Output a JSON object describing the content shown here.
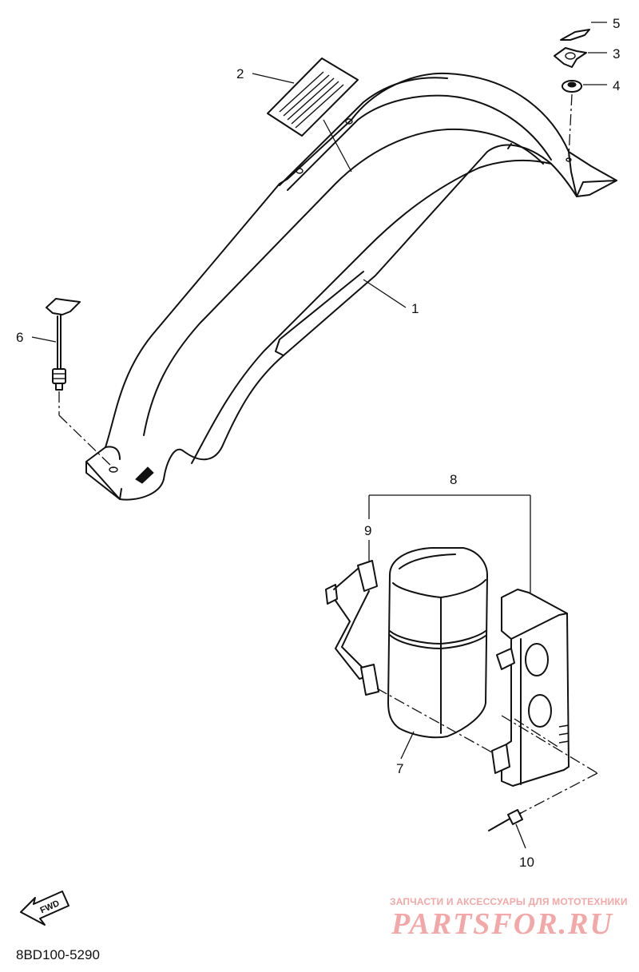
{
  "callouts": {
    "c1": "1",
    "c2": "2",
    "c3": "3",
    "c4": "4",
    "c5": "5",
    "c6": "6",
    "c7": "7",
    "c8": "8",
    "c9": "9",
    "c10": "10"
  },
  "fwd_label": "FWD",
  "doc_code": "8BD100-5290",
  "watermark": {
    "tagline": "ЗАПЧАСТИ И АКСЕССУАРЫ ДЛЯ МОТОТЕХНИКИ",
    "brand": "PARTSFOR.RU"
  },
  "colors": {
    "line": "#111111",
    "watermark": "#f4a7a7",
    "background": "#ffffff"
  }
}
